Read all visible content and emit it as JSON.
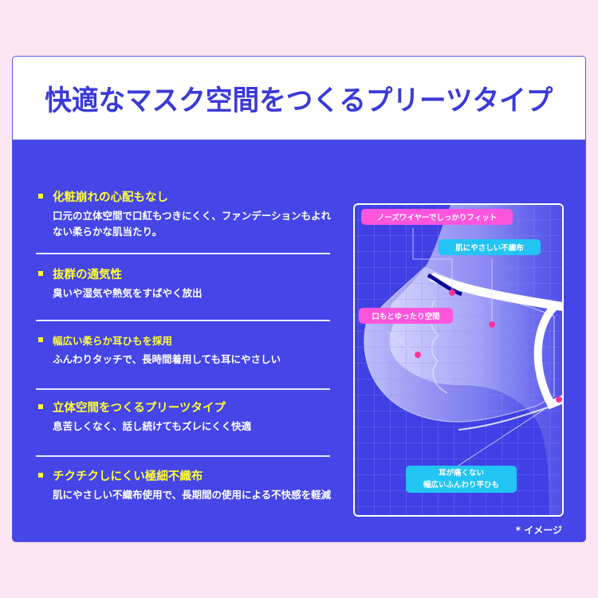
{
  "header": {
    "title": "快適なマスク空間をつくるプリーツタイプ"
  },
  "features": [
    {
      "heading": "化粧崩れの心配もなし",
      "description": "口元の立体空間で口紅もつきにくく、ファンデーションもよれない柔らかな肌当たり。"
    },
    {
      "heading": "抜群の通気性",
      "description": "臭いや湿気や熱気をすばやく放出"
    },
    {
      "heading": "幅広い柔らか耳ひもを採用",
      "description": "ふんわりタッチで、長時間着用しても耳にやさしい"
    },
    {
      "heading": "立体空間をつくるプリーツタイプ",
      "description": "息苦しくなく、話し続けてもズレにくく快適"
    },
    {
      "heading": "チクチクしにくい極細不織布",
      "description": "肌にやさしい不織布使用で、長期間の使用による不快感を軽減"
    }
  ],
  "diagram": {
    "labels": {
      "nose_wire": "ノーズワイヤーでしっかりフィット",
      "gentle_fabric": "肌にやさしい不織布",
      "mouth_space": "口もとゆったり空間",
      "ear_loop_line1": "耳が痛くない",
      "ear_loop_line2": "幅広いふんわり平ひも"
    },
    "colors": {
      "pink_label": "#ff55dd",
      "cyan_label": "#22c4f4",
      "marker": "#ff3399",
      "nose_wire": "#0a0a9a"
    }
  },
  "note": "* イメージ",
  "colors": {
    "background": "#fde6f4",
    "panel": "#4545e8",
    "title": "#3a3ad8",
    "heading": "#ffff33"
  }
}
